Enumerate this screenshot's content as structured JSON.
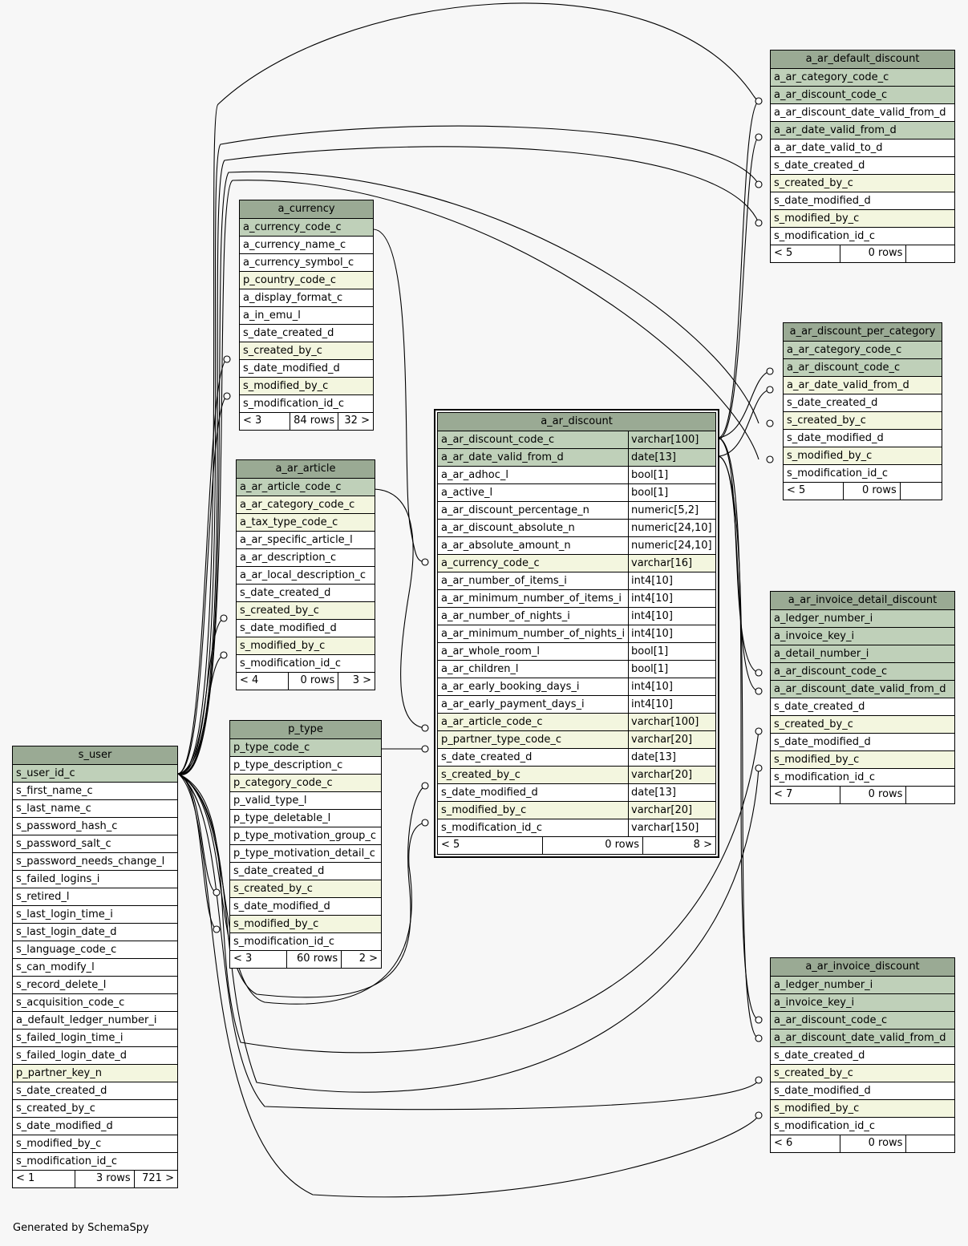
{
  "footer_credit": "Generated by SchemaSpy",
  "tables": {
    "s_user": {
      "name": "s_user",
      "columns": [
        {
          "n": "s_user_id_c",
          "k": "pk"
        },
        {
          "n": "s_first_name_c",
          "k": "plain"
        },
        {
          "n": "s_last_name_c",
          "k": "plain"
        },
        {
          "n": "s_password_hash_c",
          "k": "plain"
        },
        {
          "n": "s_password_salt_c",
          "k": "plain"
        },
        {
          "n": "s_password_needs_change_l",
          "k": "plain"
        },
        {
          "n": "s_failed_logins_i",
          "k": "plain"
        },
        {
          "n": "s_retired_l",
          "k": "plain"
        },
        {
          "n": "s_last_login_time_i",
          "k": "plain"
        },
        {
          "n": "s_last_login_date_d",
          "k": "plain"
        },
        {
          "n": "s_language_code_c",
          "k": "plain"
        },
        {
          "n": "s_can_modify_l",
          "k": "plain"
        },
        {
          "n": "s_record_delete_l",
          "k": "plain"
        },
        {
          "n": "s_acquisition_code_c",
          "k": "plain"
        },
        {
          "n": "a_default_ledger_number_i",
          "k": "plain"
        },
        {
          "n": "s_failed_login_time_i",
          "k": "plain"
        },
        {
          "n": "s_failed_login_date_d",
          "k": "plain"
        },
        {
          "n": "p_partner_key_n",
          "k": "fk"
        },
        {
          "n": "s_date_created_d",
          "k": "plain"
        },
        {
          "n": "s_created_by_c",
          "k": "plain"
        },
        {
          "n": "s_date_modified_d",
          "k": "plain"
        },
        {
          "n": "s_modified_by_c",
          "k": "plain"
        },
        {
          "n": "s_modification_id_c",
          "k": "plain"
        }
      ],
      "footer": [
        "< 1",
        "3 rows",
        "721 >"
      ]
    },
    "a_currency": {
      "name": "a_currency",
      "columns": [
        {
          "n": "a_currency_code_c",
          "k": "pk"
        },
        {
          "n": "a_currency_name_c",
          "k": "plain"
        },
        {
          "n": "a_currency_symbol_c",
          "k": "plain"
        },
        {
          "n": "p_country_code_c",
          "k": "fk"
        },
        {
          "n": "a_display_format_c",
          "k": "plain"
        },
        {
          "n": "a_in_emu_l",
          "k": "plain"
        },
        {
          "n": "s_date_created_d",
          "k": "plain"
        },
        {
          "n": "s_created_by_c",
          "k": "fk"
        },
        {
          "n": "s_date_modified_d",
          "k": "plain"
        },
        {
          "n": "s_modified_by_c",
          "k": "fk"
        },
        {
          "n": "s_modification_id_c",
          "k": "plain"
        }
      ],
      "footer": [
        "< 3",
        "84 rows",
        "32 >"
      ]
    },
    "a_ar_article": {
      "name": "a_ar_article",
      "columns": [
        {
          "n": "a_ar_article_code_c",
          "k": "pk"
        },
        {
          "n": "a_ar_category_code_c",
          "k": "fk"
        },
        {
          "n": "a_tax_type_code_c",
          "k": "fk"
        },
        {
          "n": "a_ar_specific_article_l",
          "k": "plain"
        },
        {
          "n": "a_ar_description_c",
          "k": "plain"
        },
        {
          "n": "a_ar_local_description_c",
          "k": "plain"
        },
        {
          "n": "s_date_created_d",
          "k": "plain"
        },
        {
          "n": "s_created_by_c",
          "k": "fk"
        },
        {
          "n": "s_date_modified_d",
          "k": "plain"
        },
        {
          "n": "s_modified_by_c",
          "k": "fk"
        },
        {
          "n": "s_modification_id_c",
          "k": "plain"
        }
      ],
      "footer": [
        "< 4",
        "0 rows",
        "3 >"
      ]
    },
    "p_type": {
      "name": "p_type",
      "columns": [
        {
          "n": "p_type_code_c",
          "k": "pk"
        },
        {
          "n": "p_type_description_c",
          "k": "plain"
        },
        {
          "n": "p_category_code_c",
          "k": "fk"
        },
        {
          "n": "p_valid_type_l",
          "k": "plain"
        },
        {
          "n": "p_type_deletable_l",
          "k": "plain"
        },
        {
          "n": "p_type_motivation_group_c",
          "k": "plain"
        },
        {
          "n": "p_type_motivation_detail_c",
          "k": "plain"
        },
        {
          "n": "s_date_created_d",
          "k": "plain"
        },
        {
          "n": "s_created_by_c",
          "k": "fk"
        },
        {
          "n": "s_date_modified_d",
          "k": "plain"
        },
        {
          "n": "s_modified_by_c",
          "k": "fk"
        },
        {
          "n": "s_modification_id_c",
          "k": "plain"
        }
      ],
      "footer": [
        "< 3",
        "60 rows",
        "2 >"
      ]
    },
    "a_ar_discount": {
      "name": "a_ar_discount",
      "columns": [
        {
          "n": "a_ar_discount_code_c",
          "t": "varchar[100]",
          "k": "pk"
        },
        {
          "n": "a_ar_date_valid_from_d",
          "t": "date[13]",
          "k": "pk"
        },
        {
          "n": "a_ar_adhoc_l",
          "t": "bool[1]",
          "k": "plain"
        },
        {
          "n": "a_active_l",
          "t": "bool[1]",
          "k": "plain"
        },
        {
          "n": "a_ar_discount_percentage_n",
          "t": "numeric[5,2]",
          "k": "plain"
        },
        {
          "n": "a_ar_discount_absolute_n",
          "t": "numeric[24,10]",
          "k": "plain"
        },
        {
          "n": "a_ar_absolute_amount_n",
          "t": "numeric[24,10]",
          "k": "plain"
        },
        {
          "n": "a_currency_code_c",
          "t": "varchar[16]",
          "k": "fk"
        },
        {
          "n": "a_ar_number_of_items_i",
          "t": "int4[10]",
          "k": "plain"
        },
        {
          "n": "a_ar_minimum_number_of_items_i",
          "t": "int4[10]",
          "k": "plain"
        },
        {
          "n": "a_ar_number_of_nights_i",
          "t": "int4[10]",
          "k": "plain"
        },
        {
          "n": "a_ar_minimum_number_of_nights_i",
          "t": "int4[10]",
          "k": "plain"
        },
        {
          "n": "a_ar_whole_room_l",
          "t": "bool[1]",
          "k": "plain"
        },
        {
          "n": "a_ar_children_l",
          "t": "bool[1]",
          "k": "plain"
        },
        {
          "n": "a_ar_early_booking_days_i",
          "t": "int4[10]",
          "k": "plain"
        },
        {
          "n": "a_ar_early_payment_days_i",
          "t": "int4[10]",
          "k": "plain"
        },
        {
          "n": "a_ar_article_code_c",
          "t": "varchar[100]",
          "k": "fk"
        },
        {
          "n": "p_partner_type_code_c",
          "t": "varchar[20]",
          "k": "fk"
        },
        {
          "n": "s_date_created_d",
          "t": "date[13]",
          "k": "plain"
        },
        {
          "n": "s_created_by_c",
          "t": "varchar[20]",
          "k": "fk"
        },
        {
          "n": "s_date_modified_d",
          "t": "date[13]",
          "k": "plain"
        },
        {
          "n": "s_modified_by_c",
          "t": "varchar[20]",
          "k": "fk"
        },
        {
          "n": "s_modification_id_c",
          "t": "varchar[150]",
          "k": "plain"
        }
      ],
      "footer": [
        "< 5",
        "0 rows",
        "8 >"
      ]
    },
    "a_ar_default_discount": {
      "name": "a_ar_default_discount",
      "columns": [
        {
          "n": "a_ar_category_code_c",
          "k": "pk"
        },
        {
          "n": "a_ar_discount_code_c",
          "k": "pk"
        },
        {
          "n": "a_ar_discount_date_valid_from_d",
          "k": "plain"
        },
        {
          "n": "a_ar_date_valid_from_d",
          "k": "pk"
        },
        {
          "n": "a_ar_date_valid_to_d",
          "k": "plain"
        },
        {
          "n": "s_date_created_d",
          "k": "plain"
        },
        {
          "n": "s_created_by_c",
          "k": "fk"
        },
        {
          "n": "s_date_modified_d",
          "k": "plain"
        },
        {
          "n": "s_modified_by_c",
          "k": "fk"
        },
        {
          "n": "s_modification_id_c",
          "k": "plain"
        }
      ],
      "footer": [
        "< 5",
        "0 rows",
        ""
      ]
    },
    "a_ar_discount_per_category": {
      "name": "a_ar_discount_per_category",
      "columns": [
        {
          "n": "a_ar_category_code_c",
          "k": "pk"
        },
        {
          "n": "a_ar_discount_code_c",
          "k": "pk"
        },
        {
          "n": "a_ar_date_valid_from_d",
          "k": "fk"
        },
        {
          "n": "s_date_created_d",
          "k": "plain"
        },
        {
          "n": "s_created_by_c",
          "k": "fk"
        },
        {
          "n": "s_date_modified_d",
          "k": "plain"
        },
        {
          "n": "s_modified_by_c",
          "k": "fk"
        },
        {
          "n": "s_modification_id_c",
          "k": "plain"
        }
      ],
      "footer": [
        "< 5",
        "0 rows",
        ""
      ]
    },
    "a_ar_invoice_detail_discount": {
      "name": "a_ar_invoice_detail_discount",
      "columns": [
        {
          "n": "a_ledger_number_i",
          "k": "pk"
        },
        {
          "n": "a_invoice_key_i",
          "k": "pk"
        },
        {
          "n": "a_detail_number_i",
          "k": "pk"
        },
        {
          "n": "a_ar_discount_code_c",
          "k": "pk"
        },
        {
          "n": "a_ar_discount_date_valid_from_d",
          "k": "pk"
        },
        {
          "n": "s_date_created_d",
          "k": "plain"
        },
        {
          "n": "s_created_by_c",
          "k": "fk"
        },
        {
          "n": "s_date_modified_d",
          "k": "plain"
        },
        {
          "n": "s_modified_by_c",
          "k": "fk"
        },
        {
          "n": "s_modification_id_c",
          "k": "plain"
        }
      ],
      "footer": [
        "< 7",
        "0 rows",
        ""
      ]
    },
    "a_ar_invoice_discount": {
      "name": "a_ar_invoice_discount",
      "columns": [
        {
          "n": "a_ledger_number_i",
          "k": "pk"
        },
        {
          "n": "a_invoice_key_i",
          "k": "pk"
        },
        {
          "n": "a_ar_discount_code_c",
          "k": "pk"
        },
        {
          "n": "a_ar_discount_date_valid_from_d",
          "k": "pk"
        },
        {
          "n": "s_date_created_d",
          "k": "plain"
        },
        {
          "n": "s_created_by_c",
          "k": "fk"
        },
        {
          "n": "s_date_modified_d",
          "k": "plain"
        },
        {
          "n": "s_modified_by_c",
          "k": "fk"
        },
        {
          "n": "s_modification_id_c",
          "k": "plain"
        }
      ],
      "footer": [
        "< 6",
        "0 rows",
        ""
      ]
    }
  },
  "colors": {
    "header": "#9aaa94",
    "primary_key_row": "#bfd0b9",
    "foreign_key_row": "#f3f6df",
    "background": "#f7f7f7"
  }
}
